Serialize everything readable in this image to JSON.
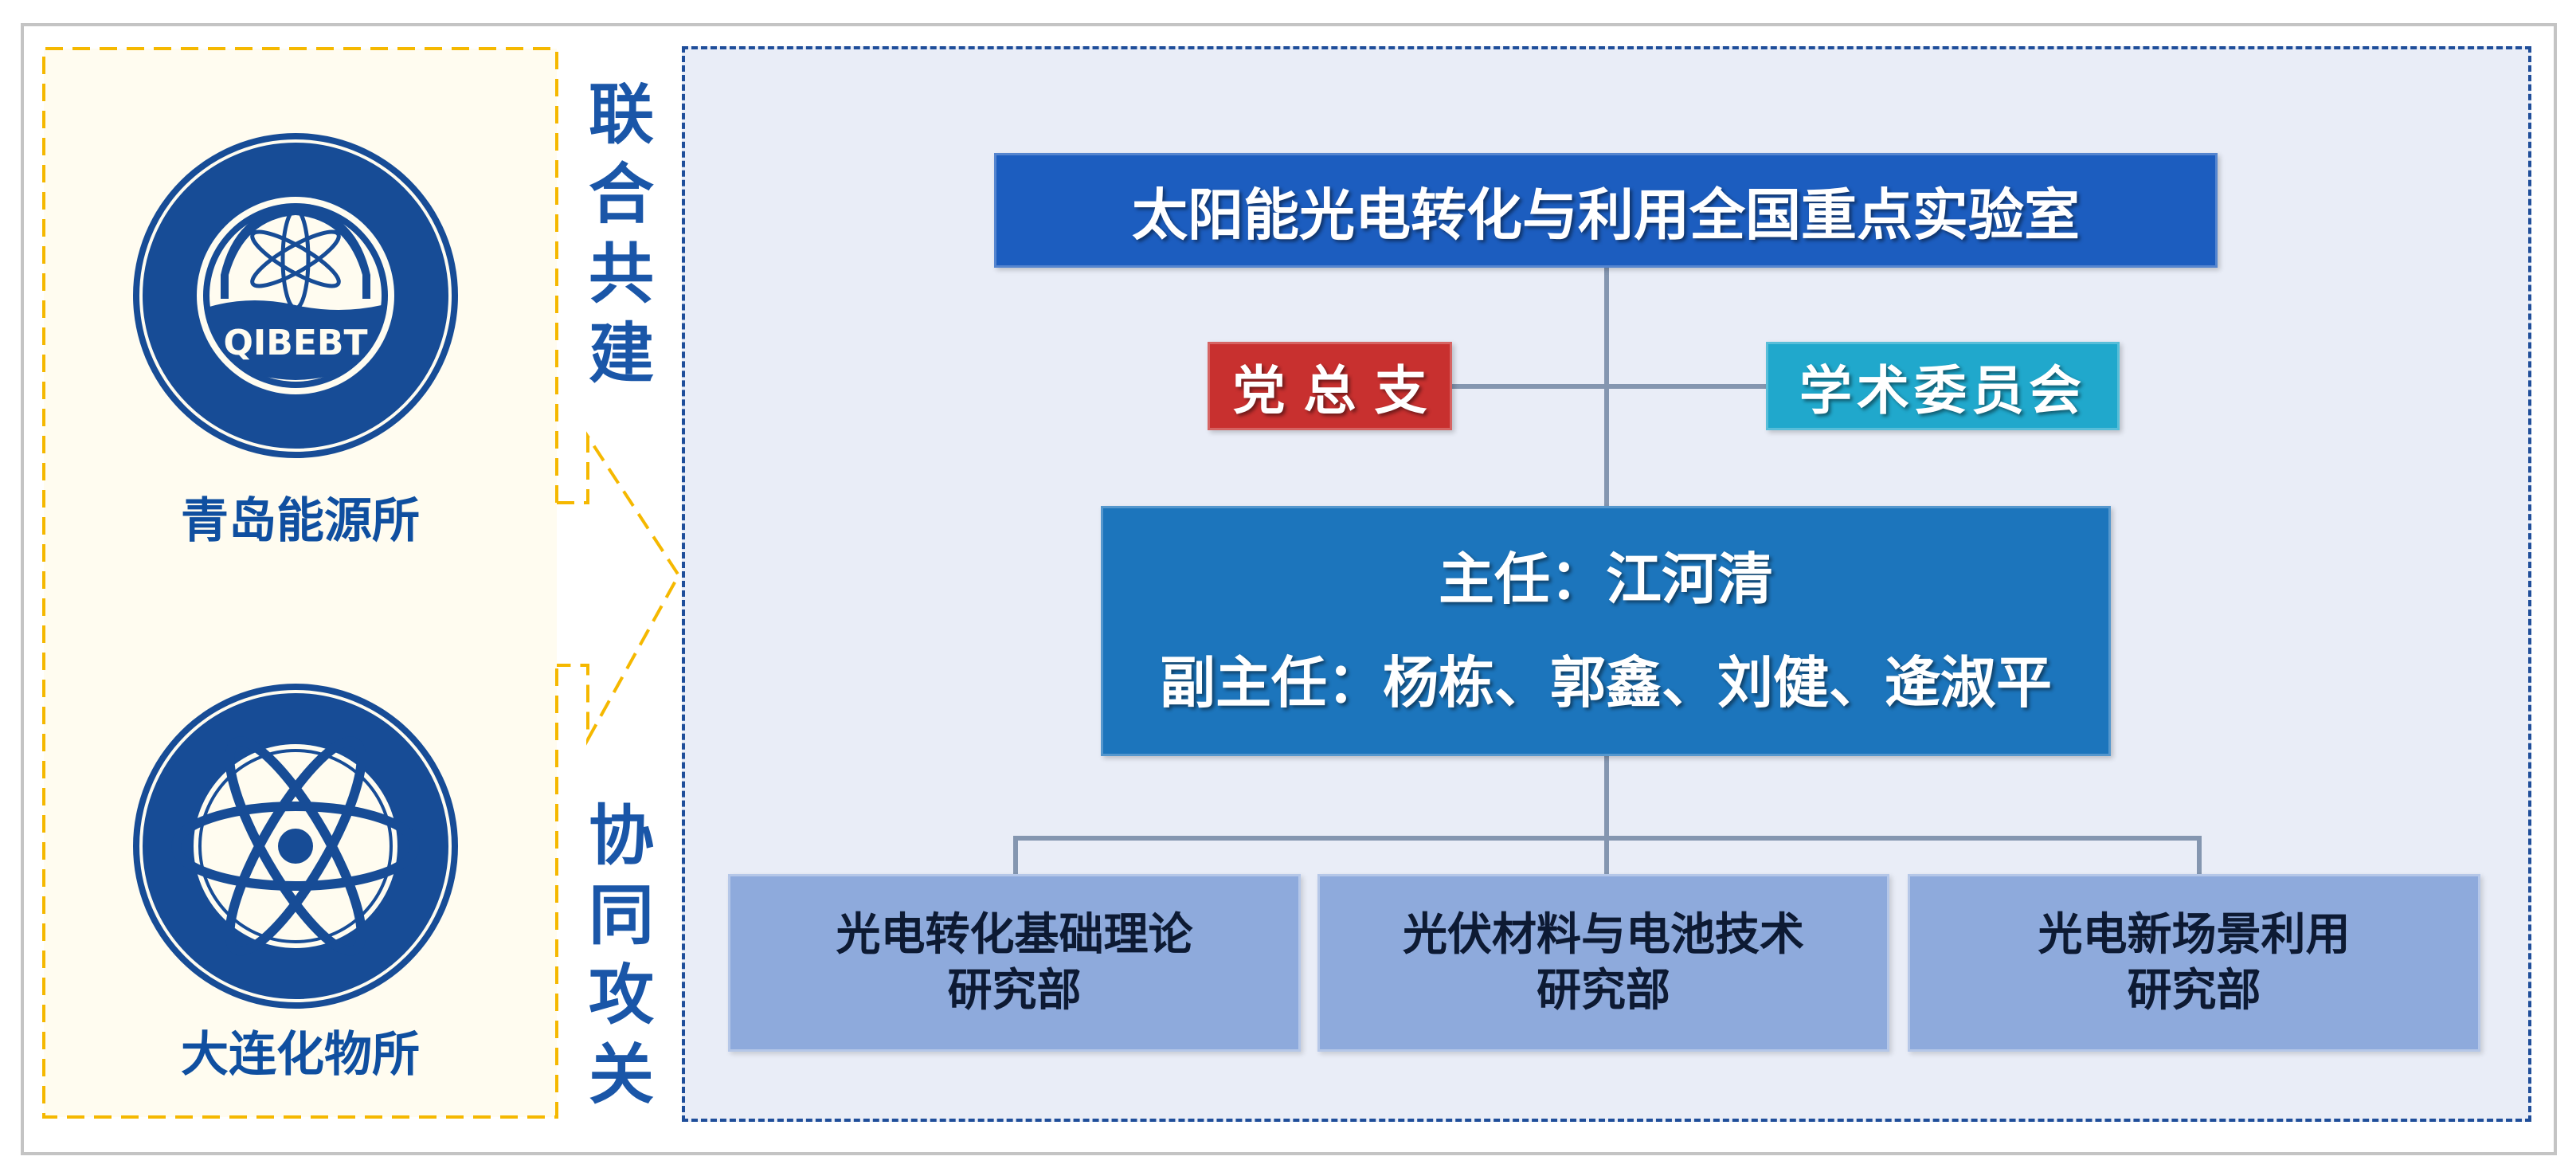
{
  "left": {
    "institutes": [
      {
        "name": "青岛能源所",
        "logo_text": "QIBEBT"
      },
      {
        "name": "大连化物所",
        "logo_text": ""
      }
    ],
    "joint_label": [
      "联",
      "合",
      "共",
      "建"
    ],
    "collab_label": [
      "协",
      "同",
      "攻",
      "关"
    ]
  },
  "org": {
    "title": "太阳能光电转化与利用全国重点实验室",
    "party": "党 总 支",
    "academic": "学术委员会",
    "director": "主任：江河清",
    "deputy": "副主任：杨栋、郭鑫、刘健、逄淑平",
    "departments": [
      {
        "line1": "光电转化基础理论",
        "line2": "研究部"
      },
      {
        "line1": "光伏材料与电池技术",
        "line2": "研究部"
      },
      {
        "line1": "光电新场景利用",
        "line2": "研究部"
      }
    ]
  },
  "colors": {
    "title": "#1c5dbf",
    "party": "#c8302f",
    "academic": "#20a8cc",
    "director": "#1c75bc",
    "dept": "#8eaadc",
    "accent_text": "#1a56a8",
    "yellow_dash": "#f5b800",
    "blue_dash": "#1f4e9a"
  }
}
